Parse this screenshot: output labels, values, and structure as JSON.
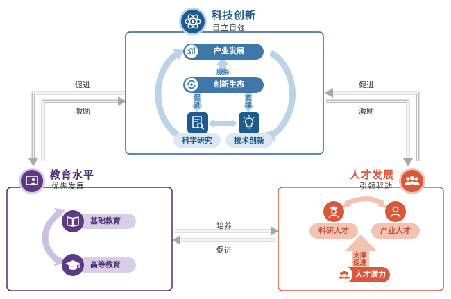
{
  "science": {
    "title": "科技创新",
    "subtitle": "自立自强",
    "icon": "atom-icon",
    "industry": "产业发展",
    "service": "服务",
    "ecosystem": "创新生态",
    "promote": "促进",
    "support": "支撑",
    "research": "科学研究",
    "technology": "技术创新"
  },
  "education": {
    "title": "教育水平",
    "subtitle": "优先发展",
    "icon": "teacher-board-icon",
    "basic": "基础教育",
    "higher": "高等教育"
  },
  "talent": {
    "title": "人才发展",
    "subtitle": "引领驱动",
    "icon": "people-group-icon",
    "research": "科研人才",
    "industry": "产业人才",
    "support": "支撑",
    "promote": "促进",
    "potential": "人才潜力"
  },
  "links": {
    "left_top": "促进",
    "left_bottom": "激励",
    "right_top": "促进",
    "right_bottom": "激励",
    "middle_top": "培养",
    "middle_bottom": "促进"
  },
  "colors": {
    "science": "#1d5b8e",
    "education": "#5d3a82",
    "talent": "#d9583b",
    "connector": "#bfbfbf"
  }
}
